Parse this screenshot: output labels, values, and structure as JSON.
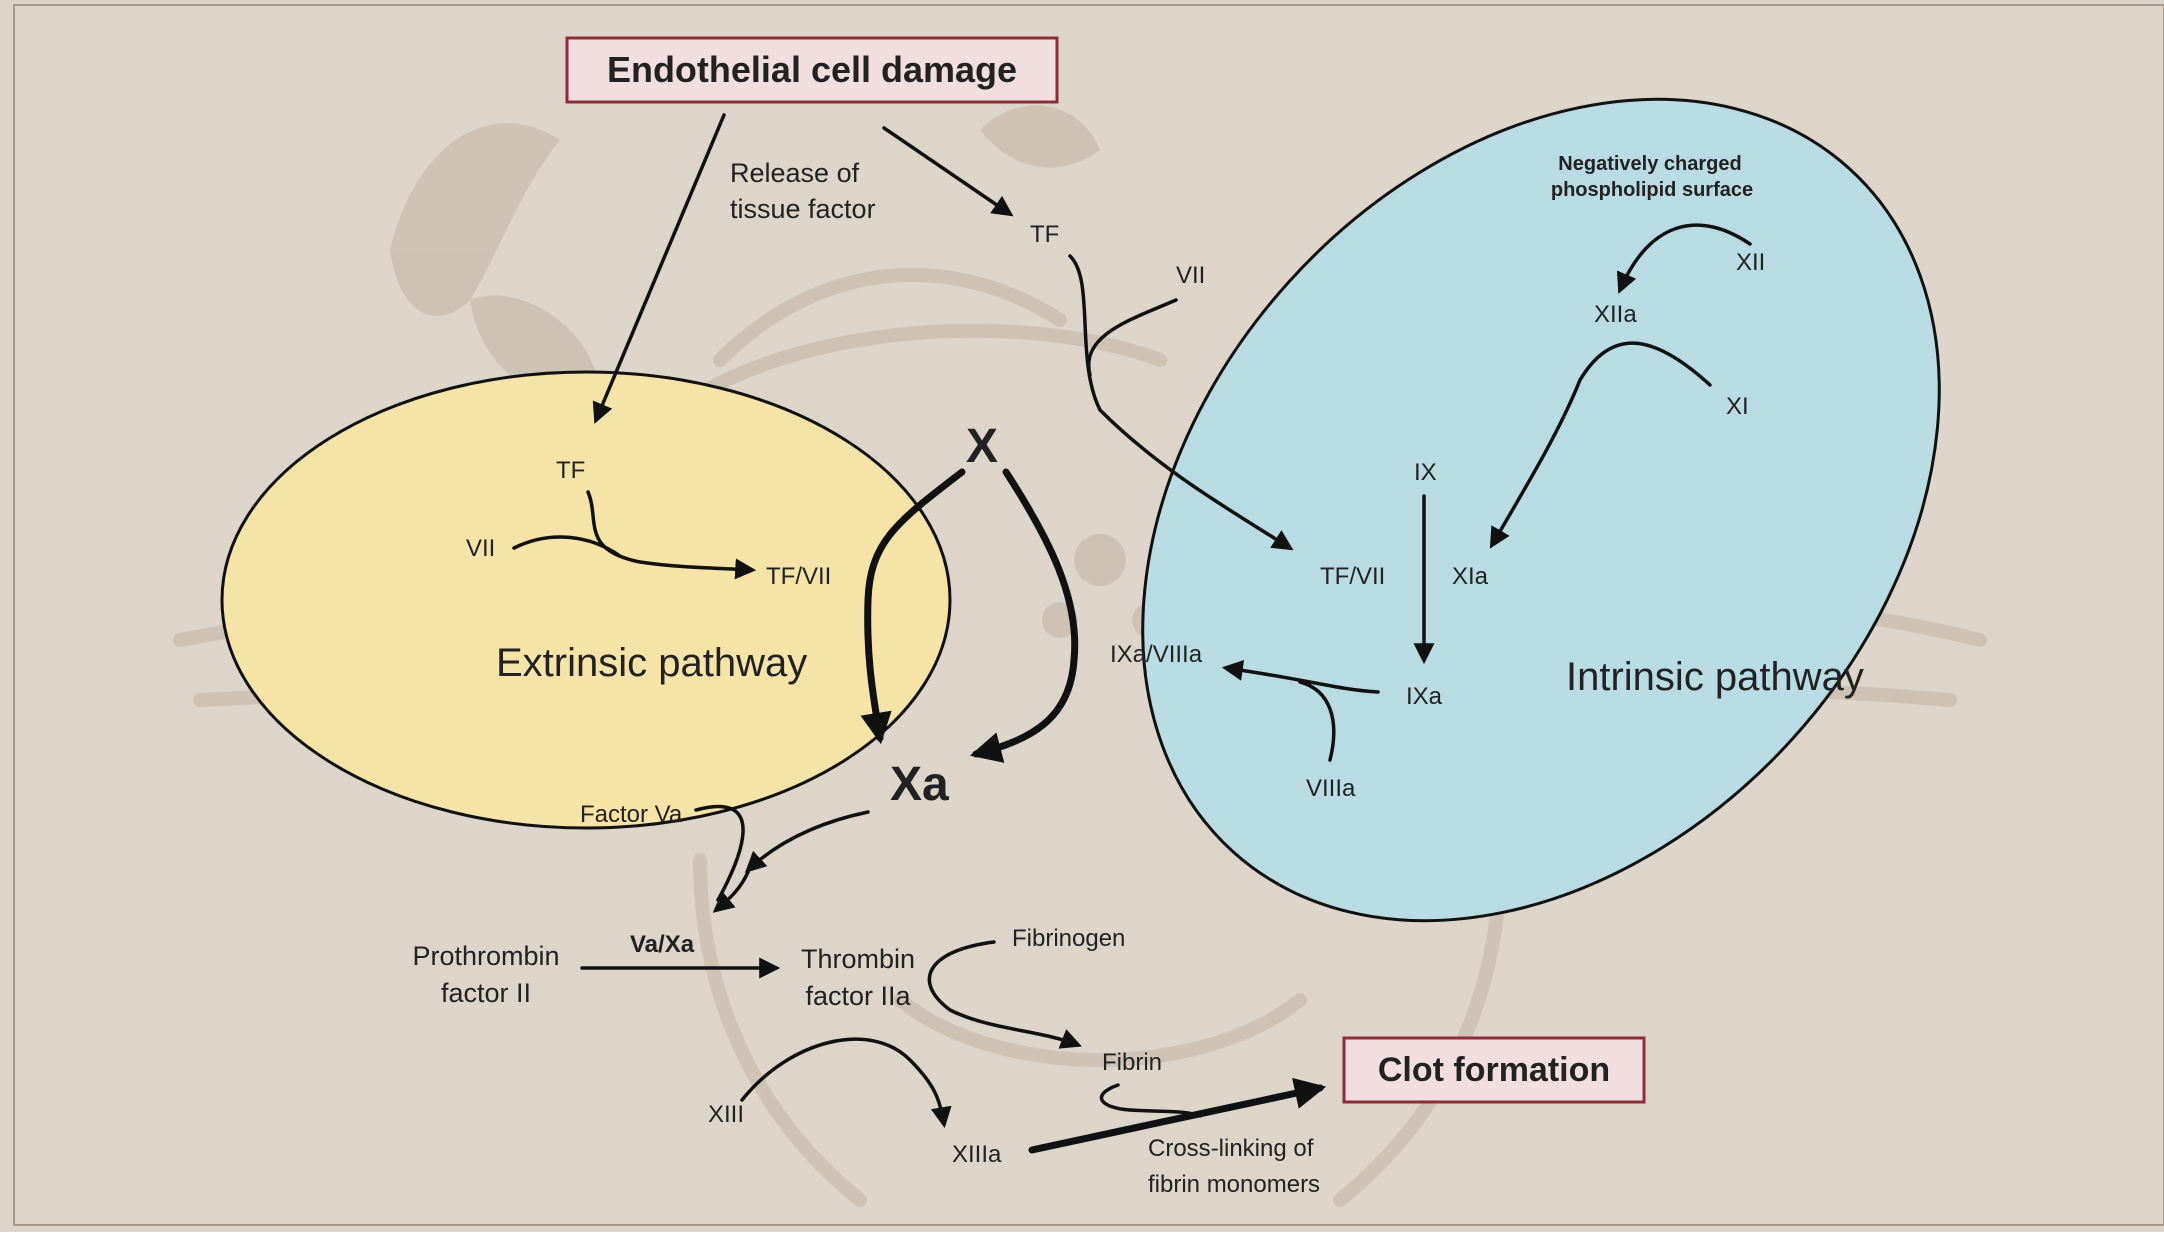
{
  "diagram": {
    "title": "Endothelial cell damage",
    "release_tf": [
      "Release of",
      "tissue factor"
    ],
    "extrinsic": {
      "label": "Extrinsic pathway",
      "tf": "TF",
      "vii": "VII",
      "tfvii": "TF/VII"
    },
    "intrinsic": {
      "label": "Intrinsic pathway",
      "surface": [
        "Negatively charged",
        "phospholipid surface"
      ],
      "xii": "XII",
      "xiia": "XIIa",
      "xi": "XI",
      "xia": "XIa",
      "ix": "IX",
      "ixa": "IXa",
      "viiia": "VIIIa",
      "ixa_viiia": "IXa/VIIIa",
      "tfvii": "TF/VII"
    },
    "top": {
      "tf": "TF",
      "vii": "VII"
    },
    "x": "X",
    "xa": "Xa",
    "factor_va": "Factor Va",
    "va_xa": "Va/Xa",
    "prothrombin": [
      "Prothrombin",
      "factor II"
    ],
    "thrombin": [
      "Thrombin",
      "factor IIa"
    ],
    "fibrinogen": "Fibrinogen",
    "fibrin": "Fibrin",
    "xiii": "XIII",
    "xiiia": "XIIIa",
    "crosslink": [
      "Cross-linking of",
      "fibrin monomers"
    ],
    "clot": "Clot formation",
    "colors": {
      "background": "#ddd4ca",
      "extrinsic_fill": "#f5e3a8",
      "intrinsic_fill": "#b9dbe3",
      "box_fill": "#f2dede",
      "box_border": "#8b2e3a",
      "watermark": "#cbbfb1"
    }
  }
}
